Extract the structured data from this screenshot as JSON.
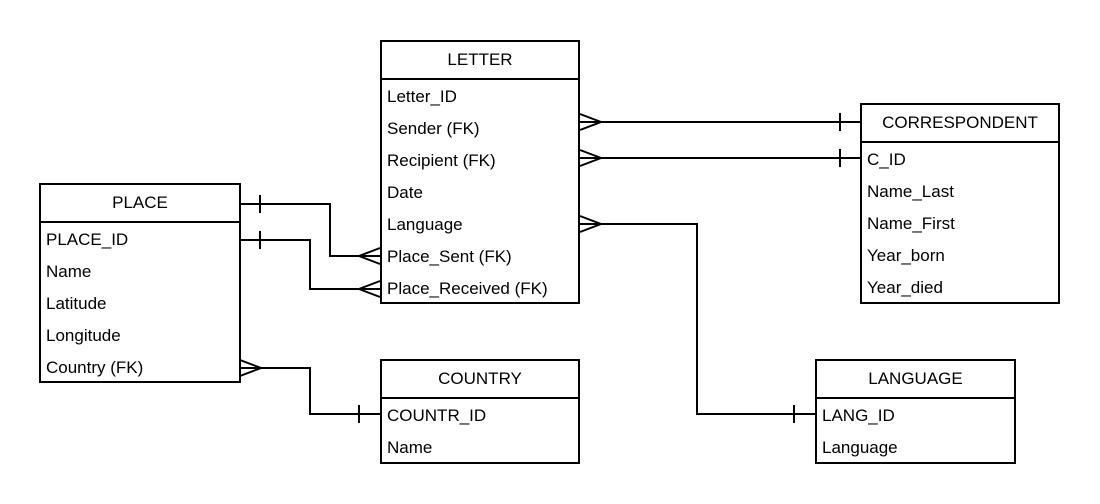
{
  "entities": {
    "letter": {
      "title": "LETTER",
      "fields": [
        "Letter_ID",
        "Sender (FK)",
        "Recipient (FK)",
        "Date",
        "Language",
        "Place_Sent (FK)",
        "Place_Received (FK)"
      ]
    },
    "correspondent": {
      "title": "CORRESPONDENT",
      "fields": [
        "C_ID",
        "Name_Last",
        "Name_First",
        "Year_born",
        "Year_died"
      ]
    },
    "place": {
      "title": "PLACE",
      "fields": [
        "PLACE_ID",
        "Name",
        "Latitude",
        "Longitude",
        "Country (FK)"
      ]
    },
    "country": {
      "title": "COUNTRY",
      "fields": [
        "COUNTR_ID",
        "Name"
      ]
    },
    "language": {
      "title": "LANGUAGE",
      "fields": [
        "LANG_ID",
        "Language"
      ]
    }
  },
  "relationships": [
    {
      "from": "LETTER.Sender (FK)",
      "to": "CORRESPONDENT",
      "from_card": "many",
      "to_card": "one"
    },
    {
      "from": "LETTER.Recipient (FK)",
      "to": "CORRESPONDENT.C_ID",
      "from_card": "many",
      "to_card": "one"
    },
    {
      "from": "LETTER.Language",
      "to": "LANGUAGE.LANG_ID",
      "from_card": "many",
      "to_card": "one"
    },
    {
      "from": "LETTER.Place_Sent (FK)",
      "to": "PLACE",
      "from_card": "many",
      "to_card": "one"
    },
    {
      "from": "LETTER.Place_Received (FK)",
      "to": "PLACE.PLACE_ID",
      "from_card": "many",
      "to_card": "one"
    },
    {
      "from": "PLACE.Country (FK)",
      "to": "COUNTRY.COUNTR_ID",
      "from_card": "many",
      "to_card": "one"
    }
  ]
}
